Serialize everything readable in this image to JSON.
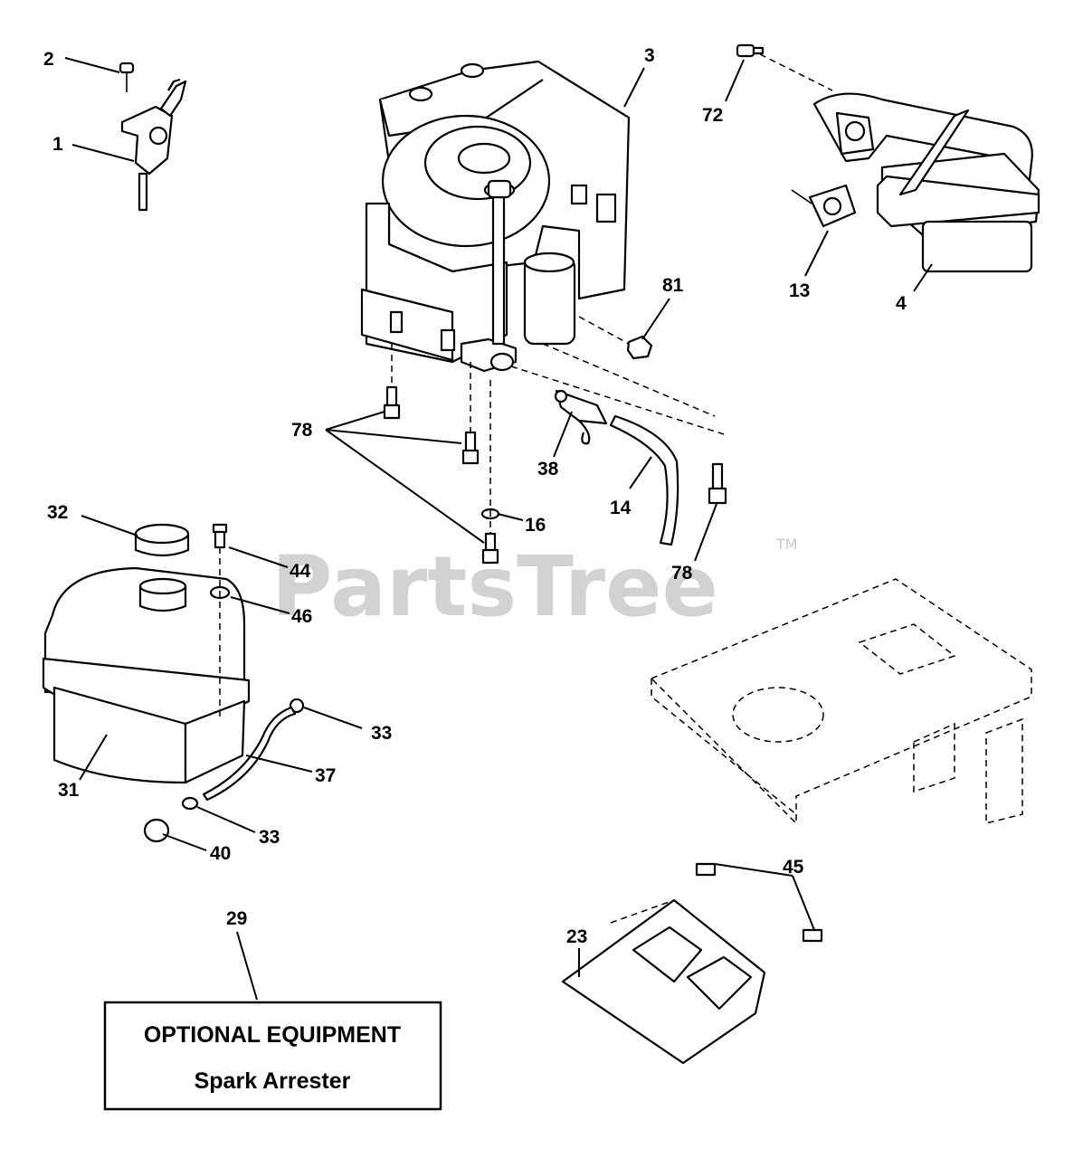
{
  "watermark": {
    "text": "PartsTree",
    "trademark": "TM"
  },
  "callouts": {
    "c1": "1",
    "c2": "2",
    "c3": "3",
    "c4": "4",
    "c13": "13",
    "c72": "72",
    "c81": "81",
    "c78a": "78",
    "c78b": "78",
    "c38": "38",
    "c14": "14",
    "c16": "16",
    "c32": "32",
    "c44": "44",
    "c46": "46",
    "c33a": "33",
    "c33b": "33",
    "c37": "37",
    "c31": "31",
    "c40": "40",
    "c29": "29",
    "c45": "45",
    "c23": "23"
  },
  "optional_box": {
    "title": "OPTIONAL EQUIPMENT",
    "subtitle": "Spark Arrester"
  }
}
